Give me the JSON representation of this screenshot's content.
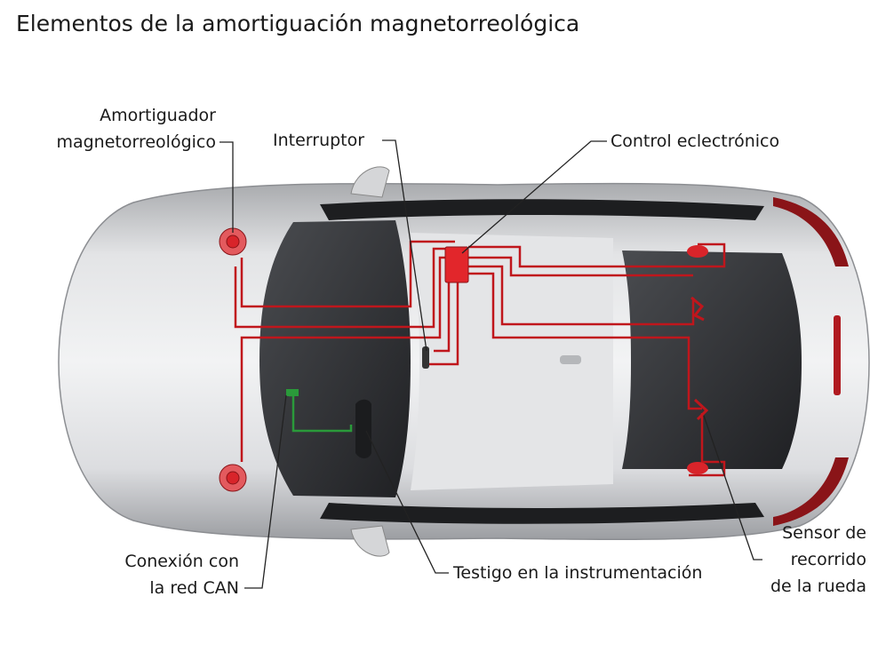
{
  "title": "Elementos de la amortiguación magnetorreológica",
  "labels": {
    "amortiguador_line1": "Amortiguador",
    "amortiguador_line2": "magnetorreológico",
    "interruptor": "Interruptor",
    "control": "Control eclectrónico",
    "sensor_line1": "Sensor de",
    "sensor_line2": "recorrido",
    "sensor_line3": "de la rueda",
    "can_line1": "Conexión con",
    "can_line2": "la red CAN",
    "testigo": "Testigo en la instrumentación"
  },
  "colors": {
    "wiring": "#c0161c",
    "can_wire": "#2a9a3a",
    "body": "#c9cbce",
    "glass": "#2e3033"
  }
}
